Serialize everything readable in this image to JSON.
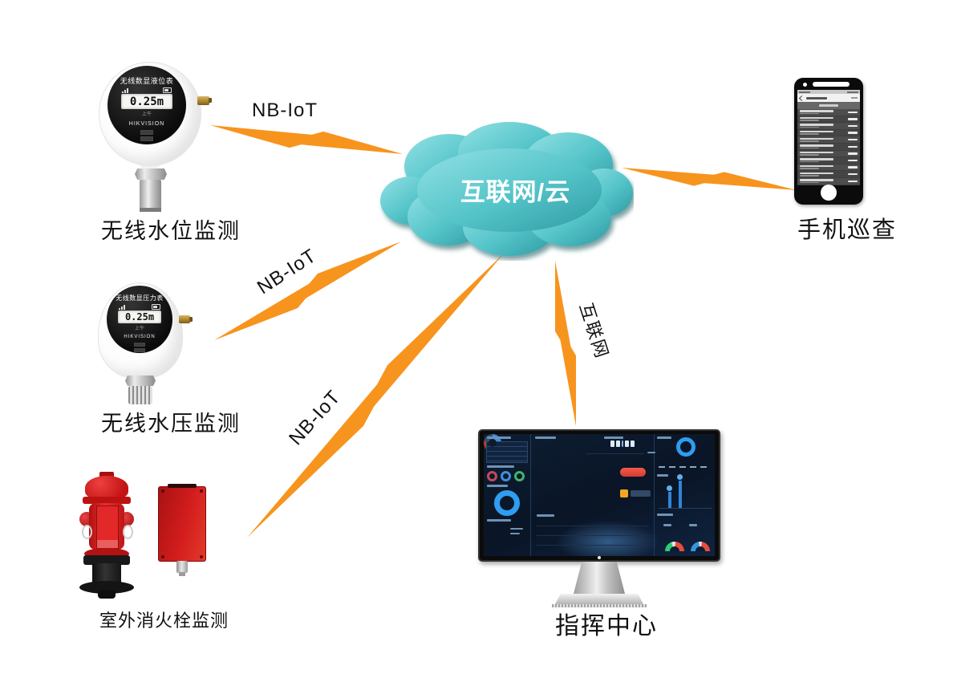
{
  "cloud": {
    "label": "互联网/云"
  },
  "links": {
    "water_level_to_cloud": {
      "label": "NB-IoT"
    },
    "water_pressure_to_cloud": {
      "label": "NB-IoT"
    },
    "hydrant_to_cloud": {
      "label": "NB-IoT"
    },
    "cloud_to_monitor": {
      "label": "互联网"
    }
  },
  "devices": {
    "water_level": {
      "caption": "无线水位监测",
      "panel_title": "无线数显液位表",
      "lcd_value": "0.25m",
      "lcd_note": "上午",
      "brand": "HIKVISION"
    },
    "water_pressure": {
      "caption": "无线水压监测",
      "panel_title": "无线数显压力表",
      "lcd_value": "0.25m",
      "lcd_note": "上午",
      "brand": "HIKVISION"
    },
    "hydrant": {
      "caption": "室外消火栓监测"
    },
    "phone": {
      "caption": "手机巡查"
    },
    "monitor": {
      "caption": "指挥中心"
    }
  },
  "colors": {
    "bolt": "#F7941E",
    "cloud": "#54C4C9",
    "cloud_dark": "#2E9AA1"
  }
}
